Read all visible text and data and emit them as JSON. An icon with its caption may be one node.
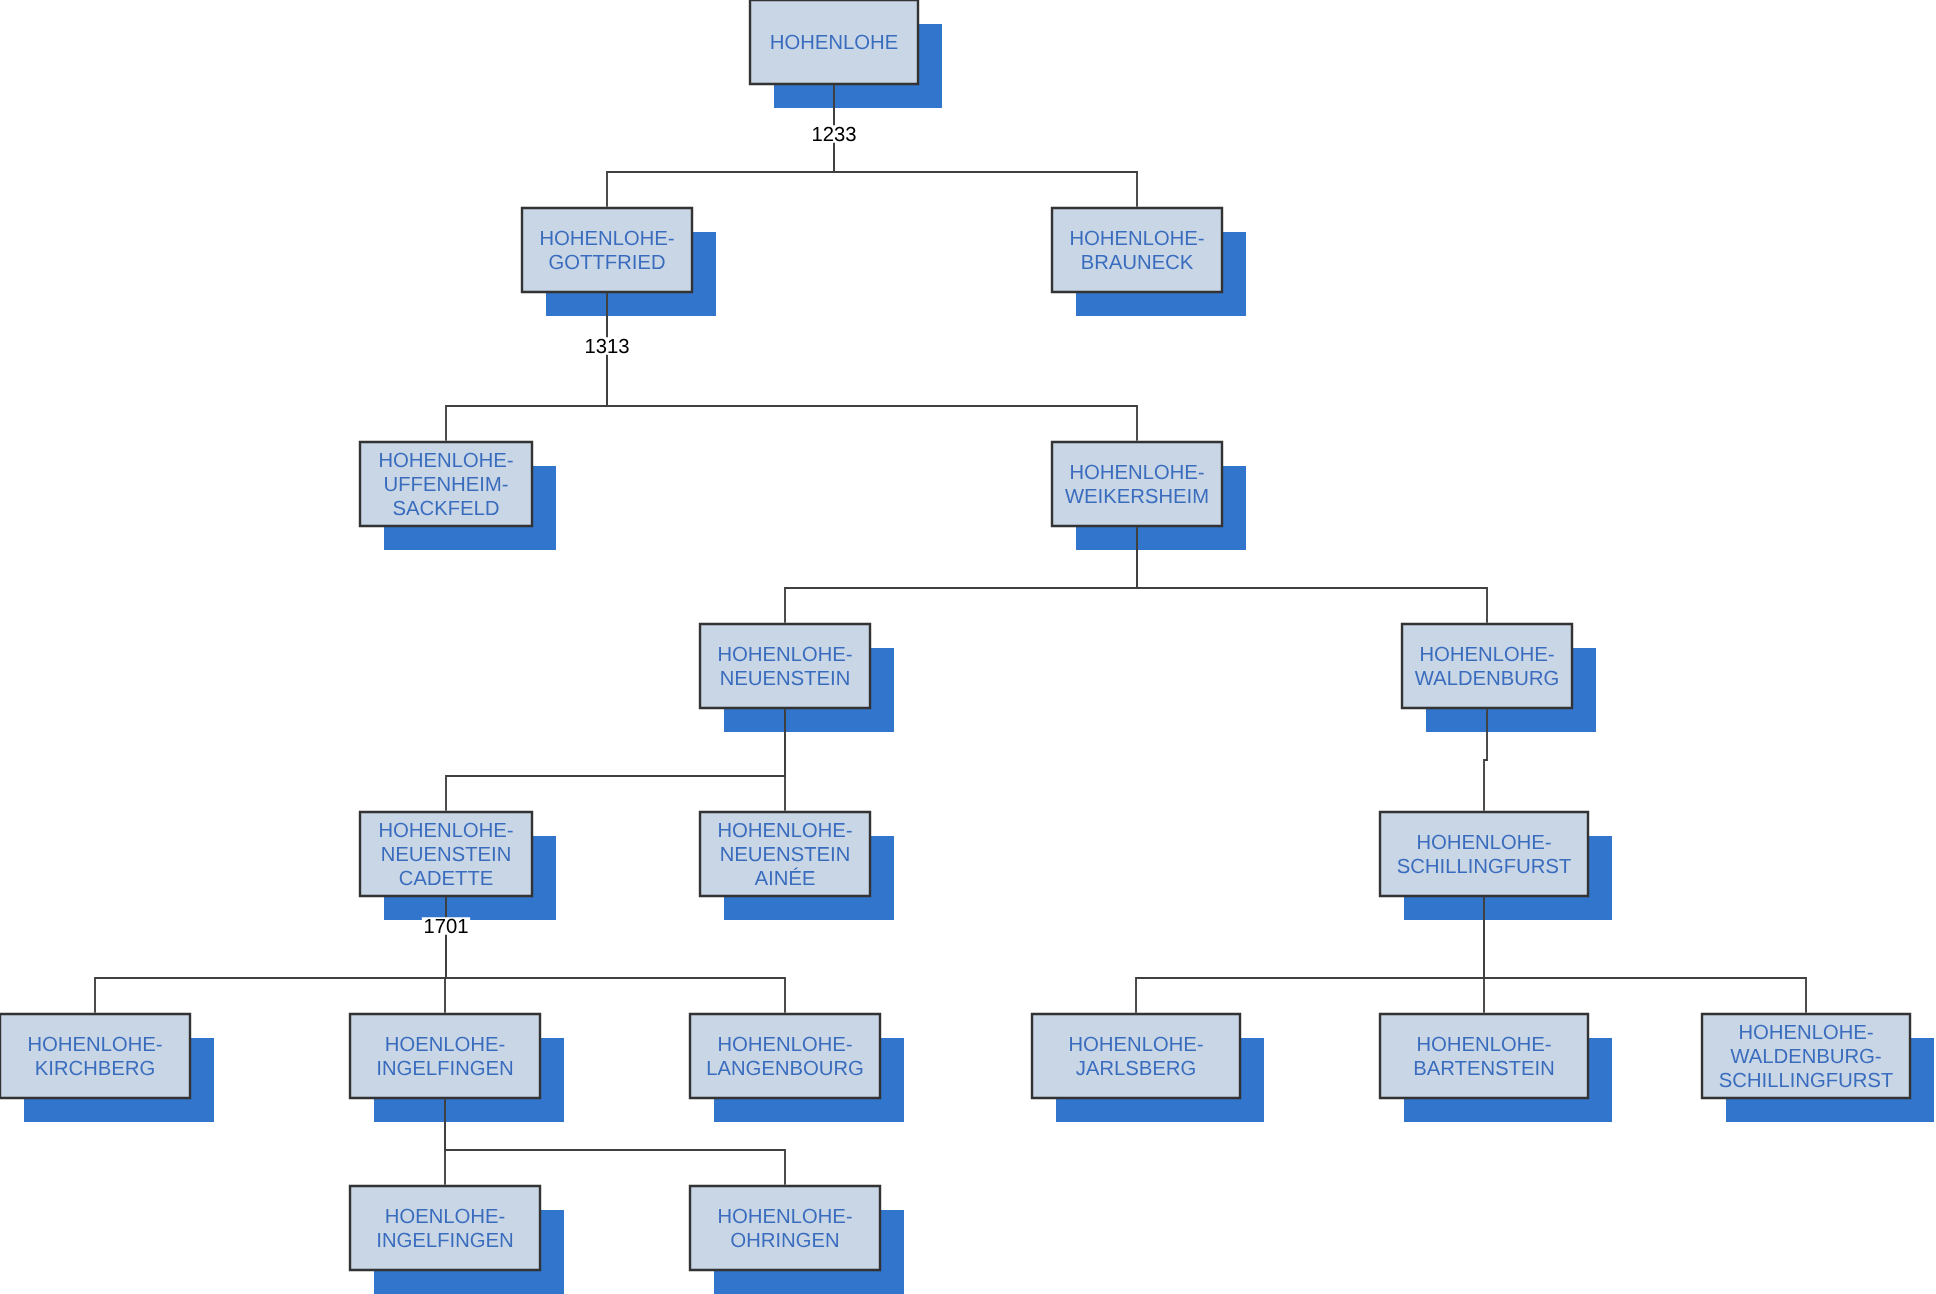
{
  "diagram": {
    "nodes": [
      {
        "text": [
          "HOHENLOHE"
        ]
      },
      {
        "text": [
          "HOHENLOHE-GOTTFRIED"
        ]
      },
      {
        "text": [
          "HOHENLOHE-BRAUNECK"
        ]
      },
      {
        "text": [
          "HOHENLOHE-UFFENHEIM-SACKFELD"
        ]
      },
      {
        "text": [
          "HOHENLOHE-WEIKERSHEIM"
        ]
      },
      {
        "text": [
          "HOHENLOHE-NEUENSTEIN"
        ]
      },
      {
        "text": [
          "HOHENLOHE-WALDENBURG"
        ]
      },
      {
        "text": [
          "HOHENLOHE-NEUENSTEIN CADETTE"
        ]
      },
      {
        "text": [
          "HOHENLOHE-NEUENSTEIN AINÉE"
        ]
      },
      {
        "text": [
          "HOHENLOHE-SCHILLINGFURST"
        ]
      },
      {
        "text": [
          "HOHENLOHE-KIRCHBERG"
        ]
      },
      {
        "text": [
          "HOENLOHE-INGELFINGEN"
        ]
      },
      {
        "text": [
          "HOHENLOHE-LANGENBOURG"
        ]
      },
      {
        "text": [
          "HOHENLOHE-JARLSBERG"
        ]
      },
      {
        "text": [
          "HOHENLOHE-BARTENSTEIN"
        ]
      },
      {
        "text": [
          "HOHENLOHE-WALDENBURG-SCHILLINGFURST"
        ]
      },
      {
        "text": [
          "HOENLOHE-INGELFINGEN"
        ]
      },
      {
        "text": [
          "HOHENLOHE-OHRINGEN"
        ]
      }
    ],
    "edges": [
      {
        "from": 0,
        "to": 1,
        "arrow": "none",
        "label": "1233"
      },
      {
        "from": 0,
        "to": 2,
        "arrow": "none"
      },
      {
        "from": 1,
        "to": 3,
        "arrow": "none",
        "label": "1313"
      },
      {
        "from": 1,
        "to": 4,
        "arrow": "none"
      },
      {
        "from": 4,
        "to": 5,
        "arrow": "none"
      },
      {
        "from": 4,
        "to": 6,
        "arrow": "none"
      },
      {
        "from": 5,
        "to": 7,
        "arrow": "none"
      },
      {
        "from": 5,
        "to": 8,
        "arrow": "none"
      },
      {
        "from": 6,
        "to": 9,
        "arrow": "none"
      },
      {
        "from": 7,
        "to": 10,
        "arrow": "none",
        "label": "1701"
      },
      {
        "from": 7,
        "to": 11,
        "arrow": "none"
      },
      {
        "from": 7,
        "to": 12,
        "arrow": "none"
      },
      {
        "from": 9,
        "to": 13,
        "arrow": "none"
      },
      {
        "from": 9,
        "to": 14,
        "arrow": "none"
      },
      {
        "from": 9,
        "to": 15,
        "arrow": "none"
      },
      {
        "from": 11,
        "to": 16,
        "arrow": "none"
      },
      {
        "from": 11,
        "to": 17,
        "arrow": "none"
      }
    ]
  }
}
